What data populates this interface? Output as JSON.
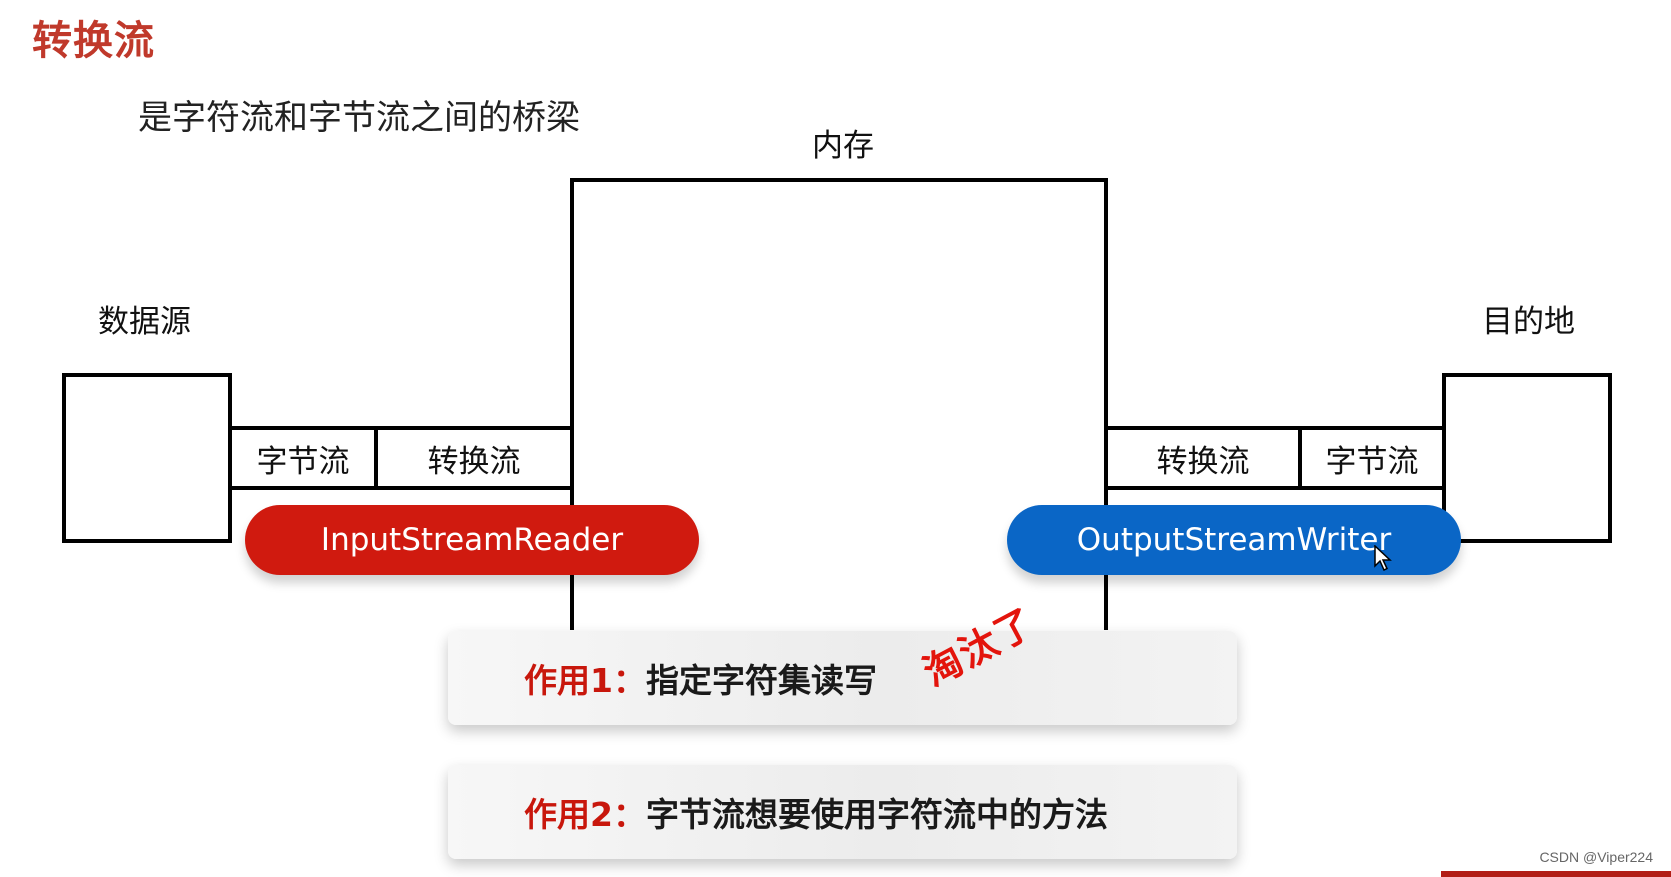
{
  "title": "转换流",
  "subtitle": "是字符流和字节流之间的桥梁",
  "memory_label": "内存",
  "source_label": "数据源",
  "dest_label": "目的地",
  "left_chain": {
    "byte_stream": "字节流",
    "convert_stream": "转换流"
  },
  "right_chain": {
    "convert_stream": "转换流",
    "byte_stream": "字节流"
  },
  "input_class": "InputStreamReader",
  "output_class": "OutputStreamWriter",
  "usages": [
    {
      "label": "作用1：",
      "text": "指定字符集读写"
    },
    {
      "label": "作用2：",
      "text": "字节流想要使用字符流中的方法"
    }
  ],
  "stamp": "淘汰了",
  "watermark": "CSDN @Viper224",
  "colors": {
    "title": "#c0392b",
    "input_pill": "#d01a0f",
    "output_pill": "#0a66c6",
    "stamp": "#e3140c"
  }
}
